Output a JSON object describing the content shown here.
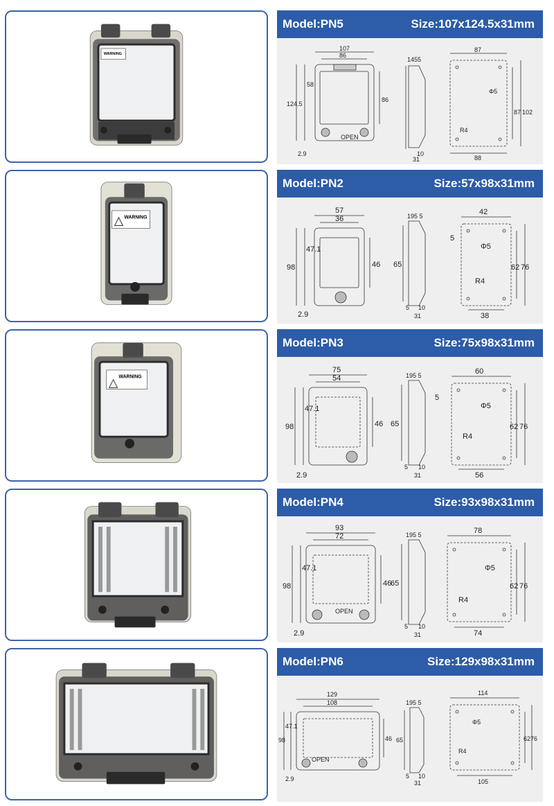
{
  "products": [
    {
      "model": "Model:PN5",
      "size": "Size:107x124.5x31mm",
      "warning": "WARNING",
      "front": {
        "width": "107",
        "inner": "86",
        "height": "124.5",
        "upper": "58",
        "right": "86",
        "bottom": "2.9",
        "open": "OPEN"
      },
      "side": {
        "top": "1455",
        "b1": "10",
        "b2": "31"
      },
      "cutout": {
        "width": "87",
        "hole": "Φ5",
        "h1": "87",
        "h2": "102",
        "radius": "R4",
        "bottom": "88"
      }
    },
    {
      "model": "Model:PN2",
      "size": "Size:57x98x31mm",
      "warning": "WARNING",
      "front": {
        "width": "57",
        "inner": "36",
        "height": "98",
        "upper": "47.1",
        "right": "46",
        "bottom": "2.9",
        "open": ""
      },
      "side": {
        "top": "195 5",
        "left": "65",
        "b0": "5",
        "b1": "10",
        "b2": "31"
      },
      "cutout": {
        "width": "42",
        "offset": "5",
        "hole": "Φ5",
        "h1": "62",
        "h2": "76",
        "radius": "R4",
        "bottom": "38"
      }
    },
    {
      "model": "Model:PN3",
      "size": "Size:75x98x31mm",
      "warning": "WARNING",
      "front": {
        "width": "75",
        "inner": "54",
        "height": "98",
        "upper": "47.1",
        "right": "46",
        "bottom": "2.9",
        "open": ""
      },
      "side": {
        "top": "195 5",
        "left": "65",
        "b0": "5",
        "b1": "10",
        "b2": "31"
      },
      "cutout": {
        "width": "60",
        "offset": "5",
        "hole": "Φ5",
        "h1": "62",
        "h2": "76",
        "radius": "R4",
        "bottom": "56"
      }
    },
    {
      "model": "Model:PN4",
      "size": "Size:93x98x31mm",
      "warning": "",
      "front": {
        "width": "93",
        "inner": "72",
        "height": "98",
        "upper": "47.1",
        "right": "46",
        "bottom": "2.9",
        "open": "OPEN"
      },
      "side": {
        "top": "195 5",
        "left": "65",
        "b0": "5",
        "b1": "10",
        "b2": "31"
      },
      "cutout": {
        "width": "78",
        "hole": "Φ5",
        "h1": "62",
        "h2": "76",
        "radius": "R4",
        "bottom": "74"
      }
    },
    {
      "model": "Model:PN6",
      "size": "Size:129x98x31mm",
      "warning": "",
      "front": {
        "width": "129",
        "inner": "108",
        "height": "98",
        "upper": "47.1",
        "right": "46",
        "bottom": "2.9",
        "open": "OPEN"
      },
      "side": {
        "top": "195 5",
        "left": "65",
        "b0": "5",
        "b1": "10",
        "b2": "31"
      },
      "cutout": {
        "width": "114",
        "hole": "Φ5",
        "h1": "62",
        "h2": "76",
        "radius": "R4",
        "bottom": "105"
      }
    }
  ]
}
